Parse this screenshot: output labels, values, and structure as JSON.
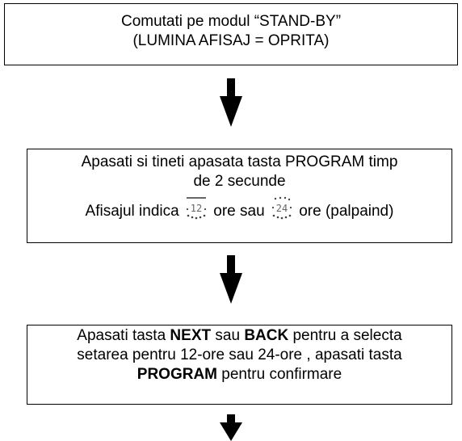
{
  "flowchart": {
    "step1": {
      "line1": "Comutati pe modul “STAND-BY”",
      "line2": "(LUMINA AFISAJ = OPRITA)"
    },
    "step2": {
      "line1": "Apasati si tineti apasata tasta PROGRAM timp",
      "line2": "de 2 secunde",
      "line3_prefix": "Afisajul indica",
      "icon_12": "12",
      "icon_12_name": "display-12-blinking-icon",
      "middle": "ore sau",
      "icon_24": "24",
      "icon_24_name": "display-24-blinking-icon",
      "suffix": "ore (palpaind)"
    },
    "step3": {
      "l1_a": "Apasati tasta",
      "l1_next": "NEXT",
      "l1_b": "sau",
      "l1_back": "BACK",
      "l1_c": "pentru a selecta",
      "line2": "setarea pentru 12-ore sau 24-ore , apasati tasta",
      "l3_program": "PROGRAM",
      "l3_rest": "pentru confirmare"
    },
    "arrow_icon": "down-arrow-icon"
  }
}
